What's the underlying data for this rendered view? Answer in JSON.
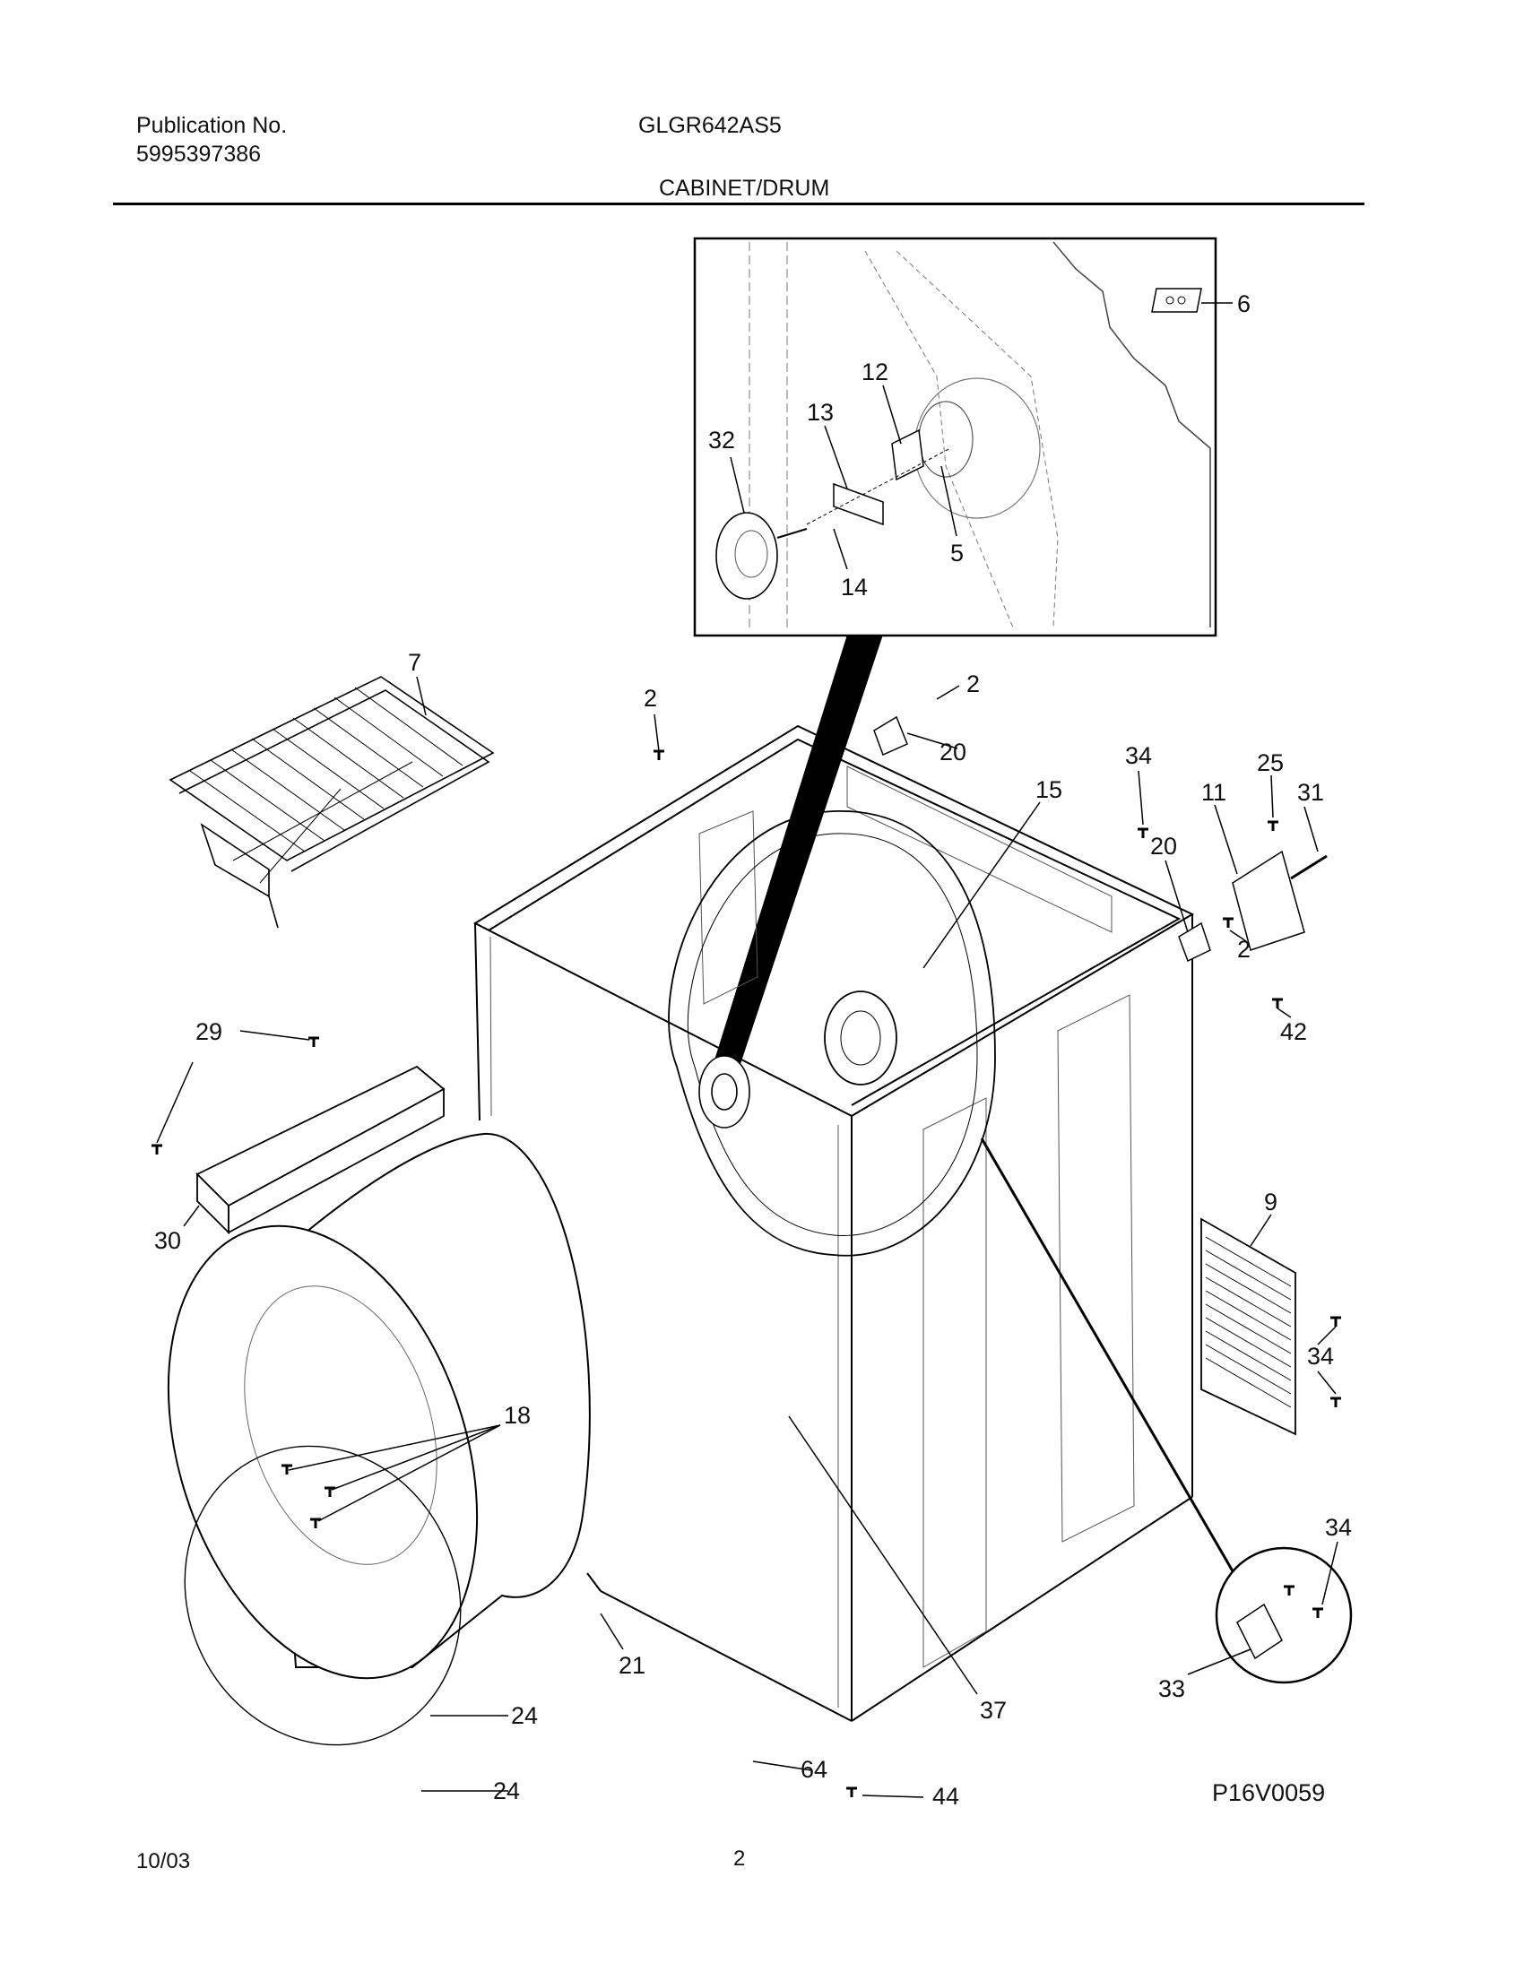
{
  "header": {
    "publication_label": "Publication No.",
    "publication_number": "5995397386",
    "model": "GLGR642AS5",
    "section_title": "CABINET/DRUM"
  },
  "footer": {
    "date": "10/03",
    "page": "2",
    "diagram_code": "P16V0059"
  },
  "inset": {
    "callouts": [
      "6",
      "12",
      "13",
      "32",
      "14",
      "5"
    ]
  },
  "callouts": [
    "7",
    "2",
    "2",
    "20",
    "34",
    "25",
    "31",
    "11",
    "15",
    "20",
    "2",
    "42",
    "29",
    "30",
    "9",
    "34",
    "18",
    "34",
    "33",
    "21",
    "37",
    "24",
    "24",
    "64",
    "44"
  ]
}
